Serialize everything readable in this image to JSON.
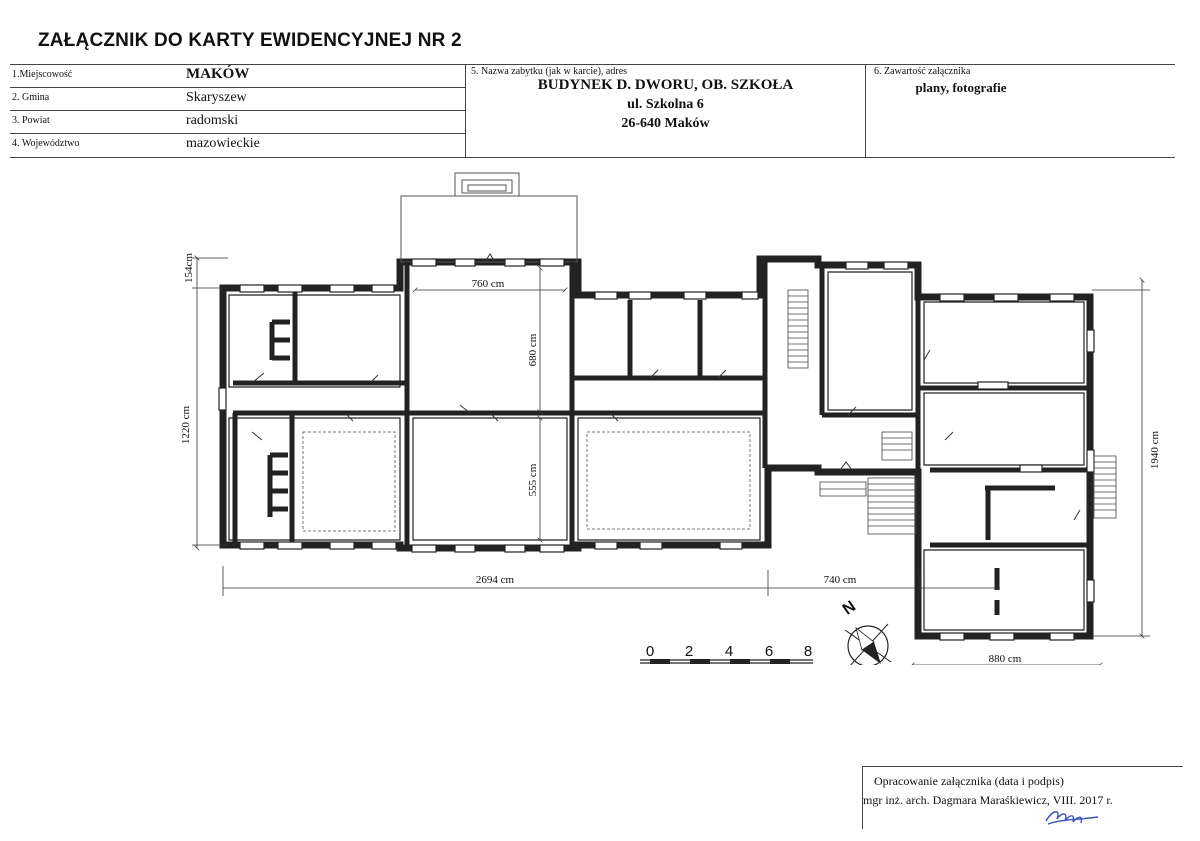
{
  "title": "ZAŁĄCZNIK DO KARTY EWIDENCYJNEJ NR 2",
  "form": {
    "rows": [
      {
        "label": "1.Miejscowość",
        "value": "MAKÓW"
      },
      {
        "label": "2. Gmina",
        "value": "Skaryszew"
      },
      {
        "label": "3. Powiat",
        "value": "radomski"
      },
      {
        "label": "4. Województwo",
        "value": "mazowieckie"
      }
    ],
    "name_label": "5. Nazwa zabytku (jak w karcie), adres",
    "name_lines": [
      "BUDYNEK D. DWORU, OB. SZKOŁA",
      "ul. Szkolna 6",
      "26-640 Maków"
    ],
    "contents_label": "6. Zawartość załącznika",
    "contents_value": "plany, fotografie"
  },
  "plan": {
    "dimensions": {
      "d154": "154cm",
      "d1220": "1220 cm",
      "d760": "760 cm",
      "d680": "680 cm",
      "d555": "555 cm",
      "d2694": "2694 cm",
      "d740": "740 cm",
      "d1940": "1940 cm",
      "d880": "880 cm"
    },
    "scale_labels": [
      "0",
      "2",
      "4",
      "6",
      "8"
    ],
    "north_label": "N"
  },
  "signature": {
    "caption": "Opracowanie załącznika (data i podpis)",
    "author": "mgr inż. arch. Dagmara Maraśkiewicz, VIII. 2017 r."
  },
  "colors": {
    "ink": "#1a1a1a",
    "line": "#444444",
    "paper": "#ffffff"
  }
}
